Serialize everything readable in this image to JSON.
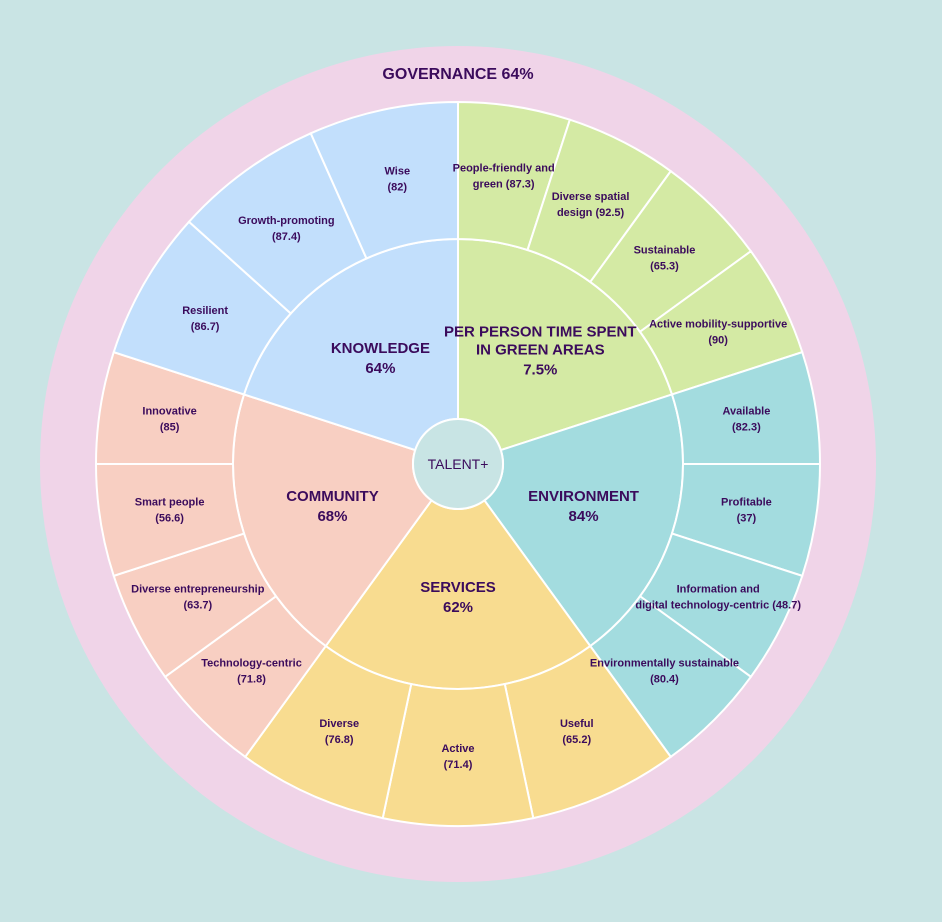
{
  "governance": {
    "label": "GOVERNANCE 64%",
    "color": "#f0d4e8"
  },
  "center": {
    "label": "TALENT+",
    "color": "#c8e4e4"
  },
  "categories": [
    {
      "name": "PER PERSON TIME SPENT IN GREEN AREAS",
      "value": "7.5%",
      "color": "#d4eaa4",
      "items": [
        {
          "label_lines": [
            "People-friendly and",
            "green"
          ],
          "value": 87.3
        },
        {
          "label_lines": [
            "Diverse spatial",
            "design"
          ],
          "value": 92.5
        },
        {
          "label_lines": [
            "Sustainable"
          ],
          "value": 65.3
        },
        {
          "label_lines": [
            "Active mobility-supportive"
          ],
          "value": 90
        }
      ]
    },
    {
      "name": "ENVIRONMENT",
      "value": "84%",
      "color": "#a3dcdf",
      "items": [
        {
          "label_lines": [
            "Available"
          ],
          "value": 82.3
        },
        {
          "label_lines": [
            "Profitable"
          ],
          "value": 37
        },
        {
          "label_lines": [
            "Information and",
            "digital technology-centric"
          ],
          "value": 48.7
        },
        {
          "label_lines": [
            "Environmentally sustainable"
          ],
          "value": 80.4
        }
      ]
    },
    {
      "name": "SERVICES",
      "value": "62%",
      "color": "#f8dc90",
      "items": [
        {
          "label_lines": [
            "Useful"
          ],
          "value": 65.2
        },
        {
          "label_lines": [
            "Active"
          ],
          "value": 71.4
        },
        {
          "label_lines": [
            "Diverse"
          ],
          "value": 76.8
        }
      ]
    },
    {
      "name": "COMMUNITY",
      "value": "68%",
      "color": "#f8cfc2",
      "items": [
        {
          "label_lines": [
            "Technology-centric"
          ],
          "value": 71.8
        },
        {
          "label_lines": [
            "Diverse entrepreneurship"
          ],
          "value": 63.7
        },
        {
          "label_lines": [
            "Smart people"
          ],
          "value": 56.6
        },
        {
          "label_lines": [
            "Innovative"
          ],
          "value": 85
        }
      ]
    },
    {
      "name": "KNOWLEDGE",
      "value": "64%",
      "color": "#c2dffc",
      "items": [
        {
          "label_lines": [
            "Resilient"
          ],
          "value": 86.7
        },
        {
          "label_lines": [
            "Growth-promoting"
          ],
          "value": 87.4
        },
        {
          "label_lines": [
            "Wise"
          ],
          "value": 82
        }
      ]
    }
  ]
}
